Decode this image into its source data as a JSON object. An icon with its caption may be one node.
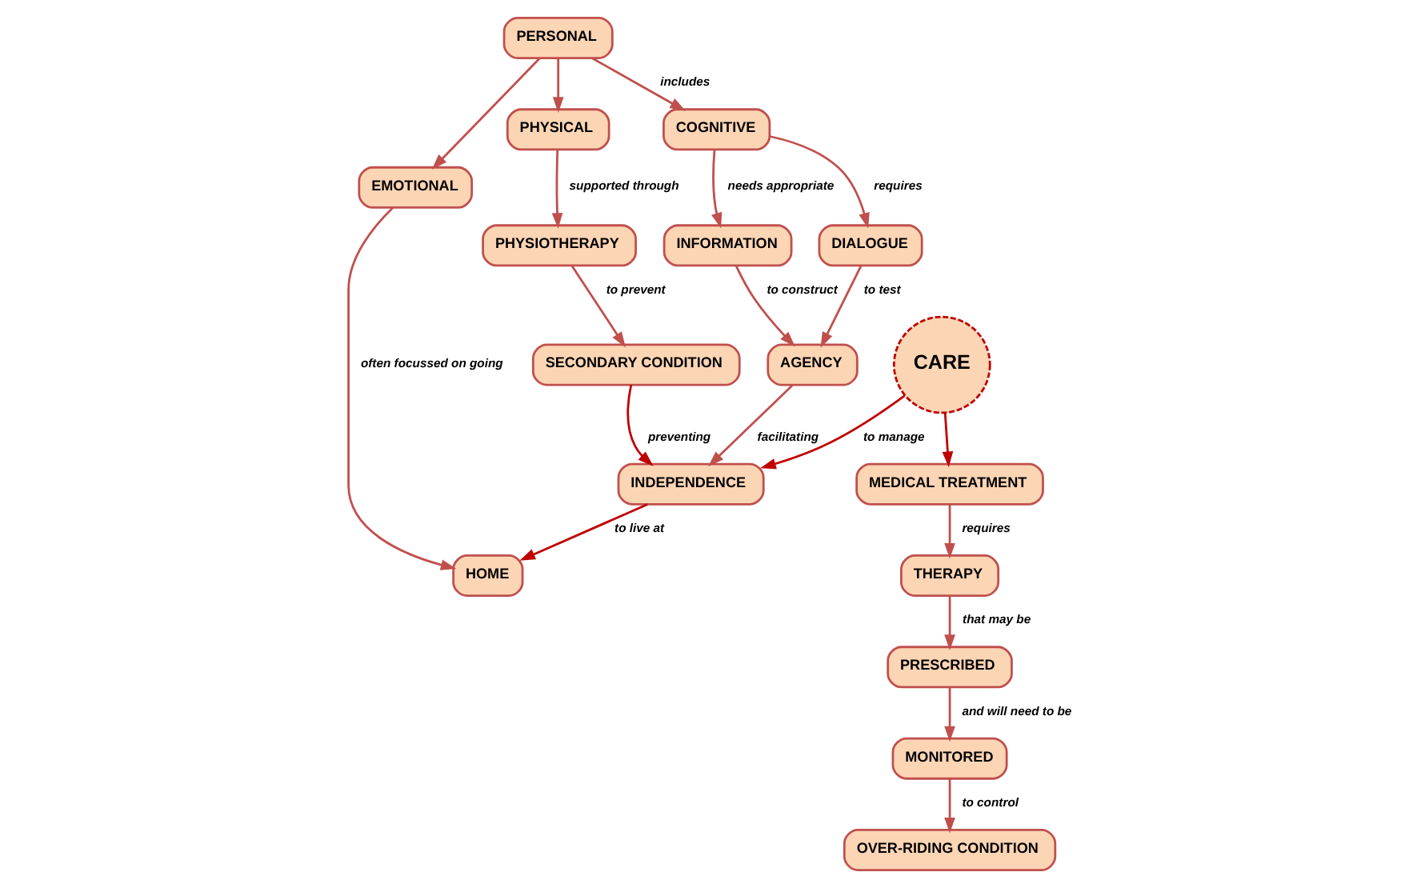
{
  "diagram": {
    "nodes": [
      {
        "text": [
          "PERSONAL"
        ]
      },
      {
        "text": [
          "MEDICAL TREATMENT"
        ]
      },
      {
        "text": [
          "CARE"
        ]
      },
      {
        "text": [
          "PHYSICAL"
        ]
      },
      {
        "text": [
          "COGNITIVE"
        ]
      },
      {
        "text": [
          "EMOTIONAL"
        ]
      },
      {
        "text": [
          "THERAPY"
        ]
      },
      {
        "text": [
          "PRESCRIBED"
        ]
      },
      {
        "text": [
          "PHYSIOTHERAPY"
        ]
      },
      {
        "text": [
          "INFORMATION"
        ]
      },
      {
        "text": [
          "DIALOGUE"
        ]
      },
      {
        "text": [
          "HOME"
        ]
      },
      {
        "text": [
          "MONITORED"
        ]
      },
      {
        "text": [
          "SECONDARY CONDITION"
        ]
      },
      {
        "text": [
          "AGENCY"
        ]
      },
      {
        "text": [
          "OVER-RIDING CONDITION"
        ]
      },
      {
        "text": [
          "INDEPENDENCE"
        ]
      }
    ],
    "edges": [
      {
        "from": 2,
        "to": 1,
        "arrow": "to",
        "color": "#c00000"
      },
      {
        "from": 1,
        "to": 6,
        "arrow": "to",
        "label": "requires"
      },
      {
        "from": 6,
        "to": 7,
        "arrow": "to",
        "label": "that may be"
      },
      {
        "from": 7,
        "to": 12,
        "arrow": "to",
        "label": "and will need to be"
      },
      {
        "from": 12,
        "to": 15,
        "arrow": "to",
        "label": "to control"
      },
      {
        "from": 2,
        "to": 16,
        "arrow": "to",
        "label": "to manage",
        "color": "#c00000"
      },
      {
        "from": 0,
        "to": 3,
        "arrow": "to"
      },
      {
        "from": 0,
        "to": 4,
        "arrow": "to",
        "label": "includes"
      },
      {
        "from": 0,
        "to": 5,
        "arrow": "to"
      },
      {
        "from": 3,
        "to": 8,
        "arrow": "to",
        "label": "supported through"
      },
      {
        "from": 4,
        "to": 9,
        "arrow": "to",
        "label": "needs appropriate"
      },
      {
        "from": 4,
        "to": 10,
        "arrow": "to",
        "label": "requires"
      },
      {
        "from": 5,
        "to": 11,
        "arrow": "to",
        "label": "often focussed on going"
      },
      {
        "from": 8,
        "to": 13,
        "arrow": "to",
        "label": "to prevent"
      },
      {
        "from": 9,
        "to": 14,
        "arrow": "to",
        "label": "to construct"
      },
      {
        "from": 10,
        "to": 14,
        "arrow": "to",
        "label": "to test"
      },
      {
        "from": 13,
        "to": 16,
        "arrow": "to",
        "label": "preventing",
        "color": "#c00000"
      },
      {
        "from": 14,
        "to": 16,
        "arrow": "to",
        "label": "facilitating"
      },
      {
        "from": 16,
        "to": 11,
        "arrow": "to",
        "label": "to live at",
        "color": "#c00000"
      }
    ]
  }
}
